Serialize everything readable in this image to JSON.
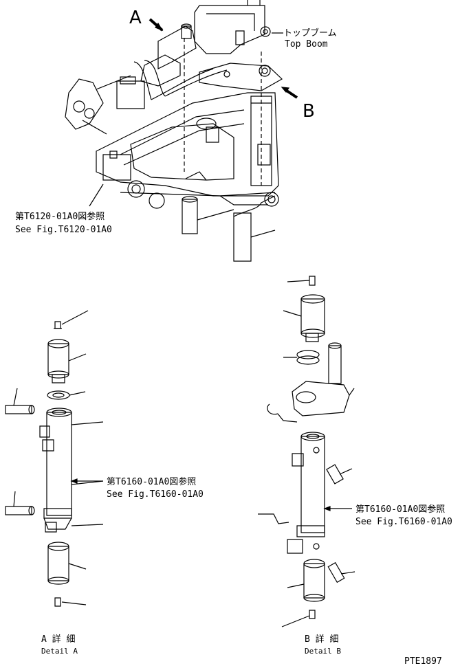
{
  "view_labels": {
    "a": "A",
    "b": "B"
  },
  "top_boom": {
    "jp": "トップブーム",
    "en": "Top Boom"
  },
  "ref_fig_6120": {
    "jp": "第T6120-01A0図参照",
    "en": "See Fig.T6120-01A0"
  },
  "ref_fig_6160_a": {
    "jp": "第T6160-01A0図参照",
    "en": "See Fig.T6160-01A0"
  },
  "ref_fig_6160_b": {
    "jp": "第T6160-01A0図参照",
    "en": "See Fig.T6160-01A0"
  },
  "detail_a": {
    "jp": "A 詳 細",
    "en": "Detail A"
  },
  "detail_b": {
    "jp": "B 詳 細",
    "en": "Detail B"
  },
  "drawing_id": "PTE1897"
}
